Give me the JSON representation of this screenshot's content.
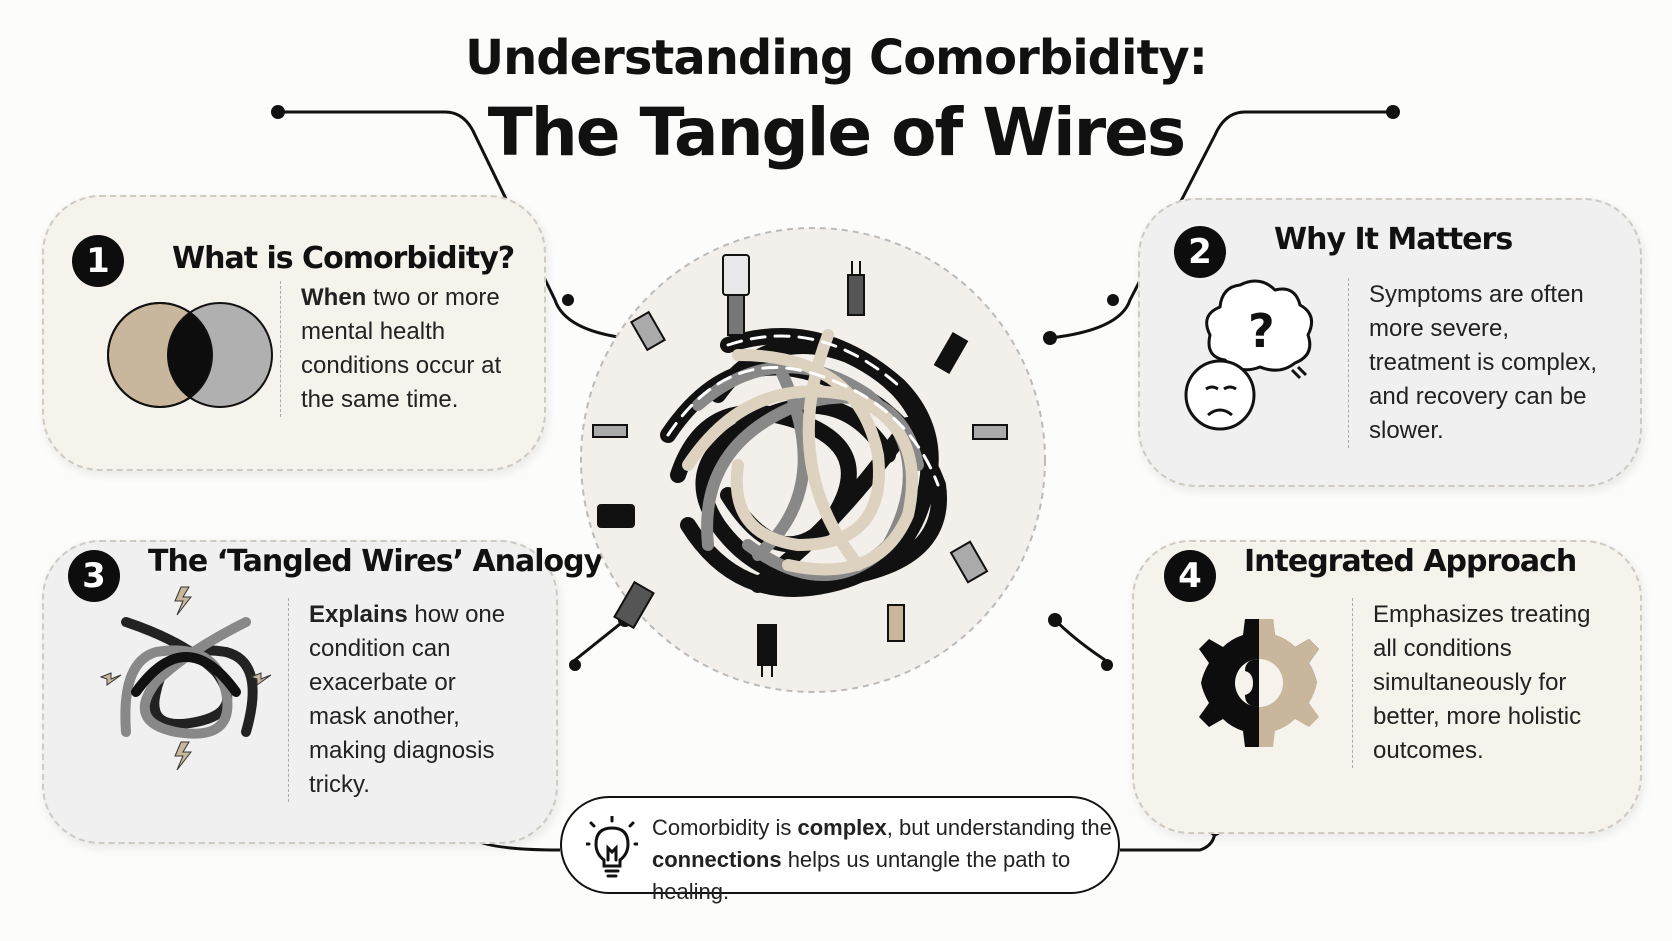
{
  "header": {
    "title_line1": "Understanding Comorbidity:",
    "title_line2": "The Tangle of Wires"
  },
  "cards": [
    {
      "number": "1",
      "title": "What is Comorbidity?",
      "body_bold": "When",
      "body_rest": " two or more mental health conditions occur at the same time.",
      "icon": "venn-diagram-icon"
    },
    {
      "number": "2",
      "title": "Why It Matters",
      "body_bold": "",
      "body_rest": "Symptoms are often more severe, treatment is complex, and recovery can be slower.",
      "icon": "confused-brain-sad-face-icon"
    },
    {
      "number": "3",
      "title": "The ‘Tangled Wires’ Analogy",
      "body_bold": "Explains",
      "body_rest": " how one condition can exacerbate or mask another, making diagnosis tricky.",
      "icon": "knotted-wires-icon"
    },
    {
      "number": "4",
      "title": "Integrated Approach",
      "body_bold": "",
      "body_rest": "Emphasizes treating all conditions simultaneously for better, more holistic outcomes.",
      "icon": "gear-puzzle-icon"
    }
  ],
  "center_image": "tangled-cables-illustration",
  "footer": {
    "part1": "Comorbidity is ",
    "bold1": "complex",
    "part2": ", but understanding the ",
    "bold2": "connections",
    "part3": " helps us untangle the path to healing.",
    "icon": "lightbulb-icon"
  },
  "colors": {
    "beige": "#c9b79d",
    "gray": "#a8a8a8",
    "black": "#0d0d0d",
    "card_beige_bg": "#f6f2ec",
    "card_gray_bg": "#f0f0f0"
  }
}
